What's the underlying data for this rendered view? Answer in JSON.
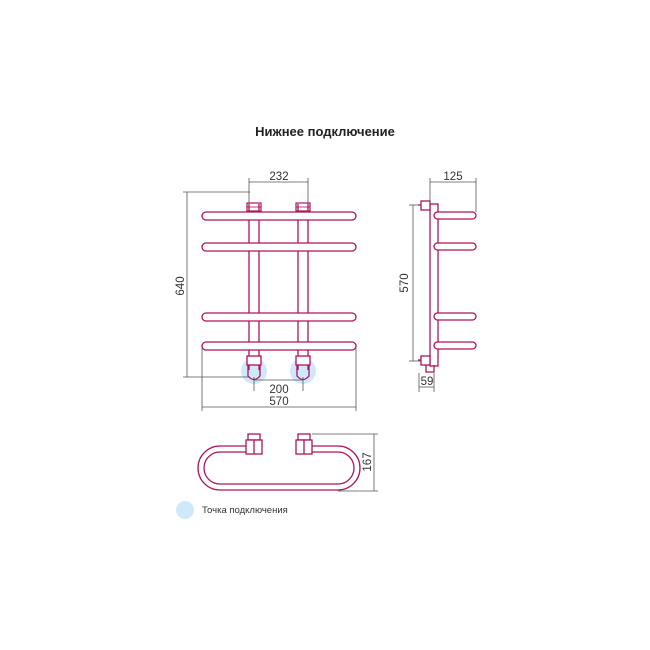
{
  "title": "Нижнее подключение",
  "front": {
    "width_top": "232",
    "height": "640",
    "inlet_spacing": "200",
    "width_total": "570"
  },
  "side": {
    "depth": "125",
    "height": "570",
    "offset": "59"
  },
  "top": {
    "depth": "167"
  },
  "legend": {
    "label": "Точка подключения",
    "color": "#cfe9fb"
  },
  "colors": {
    "rail": "#b0135a",
    "dimension": "#555555"
  }
}
